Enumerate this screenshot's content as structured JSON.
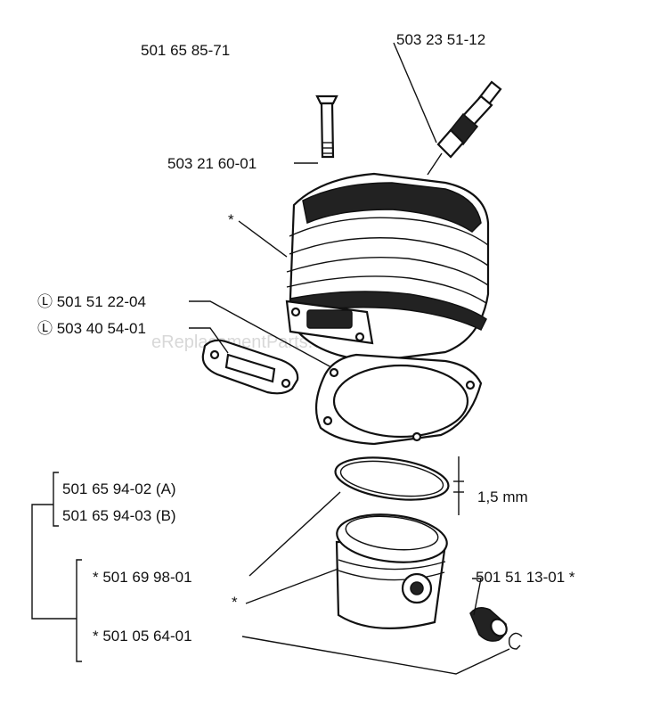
{
  "watermark": "eReplacementParts.com",
  "labels": {
    "kit_number": "501 65 85-71",
    "spark_plug": "503 23 51-12",
    "stud_bolt": "503 21 60-01",
    "cylinder_star": "*",
    "gasket_1": "Ⓛ 501 51 22-04",
    "gasket_2": "Ⓛ 503 40 54-01",
    "piston_a": "501 65 94-02 (A)",
    "piston_b": "501 65 94-03 (B)",
    "ring_dimension": "1,5 mm",
    "piston_ring": "* 501 69 98-01",
    "piston_star": "*",
    "piston_pin": "501 51 13-01 *",
    "circlip": "* 501 05 64-01"
  }
}
